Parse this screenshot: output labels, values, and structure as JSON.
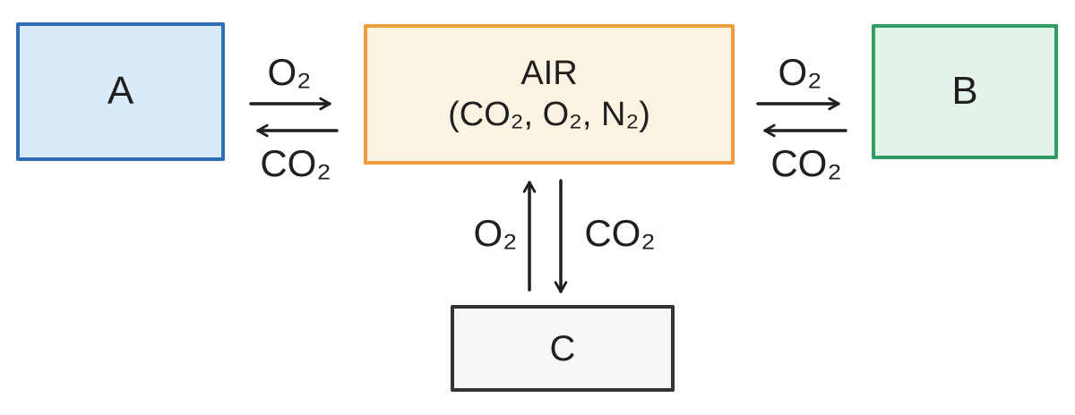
{
  "diagram": {
    "boxes": {
      "a": {
        "label": "A"
      },
      "air": {
        "line1": "AIR",
        "line2": "(CO₂, O₂, N₂)"
      },
      "b": {
        "label": "B"
      },
      "c": {
        "label": "C"
      }
    },
    "labels": {
      "a_air_top": "O₂",
      "a_air_bottom": "CO₂",
      "air_b_top": "O₂",
      "air_b_bottom": "CO₂",
      "air_c_left": "O₂",
      "air_c_right": "CO₂"
    },
    "colors": {
      "box_a_border": "#2e6db4",
      "box_a_fill": "#d9eaf8",
      "box_air_border": "#f09c3d",
      "box_air_fill": "#fdf3e2",
      "box_b_border": "#2f9e62",
      "box_b_fill": "#e4f3ea",
      "box_c_border": "#333333",
      "box_c_fill": "#f7f7f7",
      "arrow": "#1f1f1f"
    }
  }
}
